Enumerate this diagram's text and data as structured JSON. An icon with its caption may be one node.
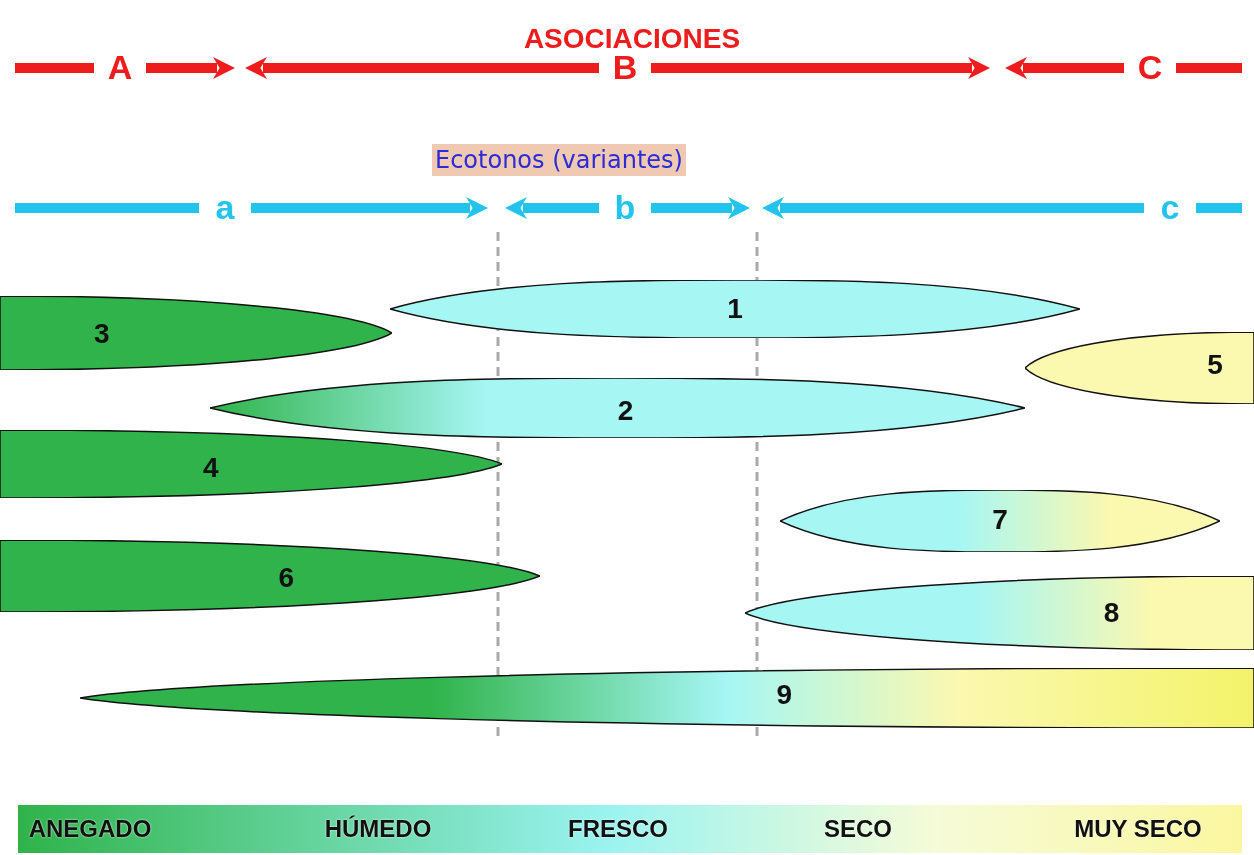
{
  "diagram": {
    "title": "ASOCIACIONES",
    "nodes": [
      {
        "text": [
          "1"
        ]
      },
      {
        "text": [
          "2"
        ]
      },
      {
        "text": [
          "3"
        ]
      },
      {
        "text": [
          "4"
        ]
      },
      {
        "text": [
          "5"
        ]
      },
      {
        "text": [
          "6"
        ]
      },
      {
        "text": [
          "7"
        ]
      },
      {
        "text": [
          "8"
        ]
      },
      {
        "text": [
          "9"
        ]
      }
    ],
    "labels": [
      "A",
      "B",
      "C",
      "Ecotonos (variantes)",
      "a",
      "b",
      "c",
      "ANEGADO",
      "HÚMEDO",
      "FRESCO",
      "SECO",
      "MUY SECO"
    ]
  }
}
